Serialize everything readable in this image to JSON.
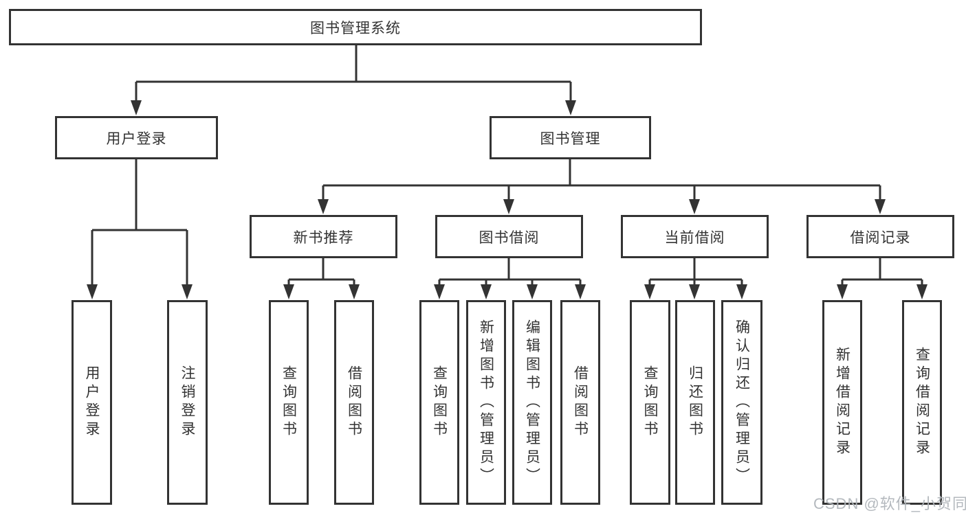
{
  "diagram": {
    "root": {
      "label": "图书管理系统"
    },
    "user_login": {
      "label": "用户登录",
      "children": {
        "login": "用户登录",
        "logout": "注销登录"
      }
    },
    "book_management": {
      "label": "图书管理",
      "sections": {
        "new_books": {
          "label": "新书推荐",
          "children": {
            "query": "查询图书",
            "borrow": "借阅图书"
          }
        },
        "book_borrow": {
          "label": "图书借阅",
          "children": {
            "query": "查询图书",
            "add": "新增图书（管理员）",
            "edit": "编辑图书（管理员）",
            "borrow": "借阅图书"
          }
        },
        "current_borrow": {
          "label": "当前借阅",
          "children": {
            "query": "查询图书",
            "return_book": "归还图书",
            "confirm_return": "确认归还（管理员）"
          }
        },
        "borrow_records": {
          "label": "借阅记录",
          "children": {
            "add_record": "新增借阅记录",
            "query_record": "查询借阅记录"
          }
        }
      }
    }
  },
  "watermark": {
    "text": "CSDN @软件_小贺同学"
  },
  "colors": {
    "line": "#333333",
    "text": "#333333",
    "watermark": "#b0b5bb",
    "background": "#ffffff"
  }
}
